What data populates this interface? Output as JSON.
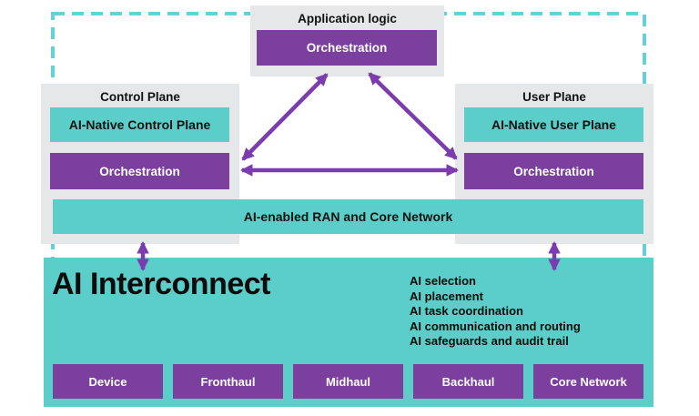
{
  "colors": {
    "teal": "#5CCEC9",
    "purple": "#7B3F9D",
    "panel_grey": "#E6E7E8",
    "dashed_border": "#62D2D6",
    "arrow_purple": "#7B3CAE",
    "text_dark": "#111111",
    "text_light": "#FFFFFF"
  },
  "application_logic": {
    "title": "Application logic",
    "orchestration_label": "Orchestration"
  },
  "control_plane": {
    "title": "Control Plane",
    "native_label": "AI-Native Control Plane",
    "orchestration_label": "Orchestration"
  },
  "user_plane": {
    "title": "User Plane",
    "native_label": "AI-Native User Plane",
    "orchestration_label": "Orchestration"
  },
  "ran_core": {
    "label": "AI-enabled RAN and Core Network"
  },
  "interconnect": {
    "title": "AI Interconnect",
    "features": [
      "AI selection",
      "AI placement",
      "AI task coordination",
      "AI communication and routing",
      "AI safeguards and audit trail"
    ],
    "segments": [
      "Device",
      "Fronthaul",
      "Midhaul",
      "Backhaul",
      "Core Network"
    ]
  }
}
